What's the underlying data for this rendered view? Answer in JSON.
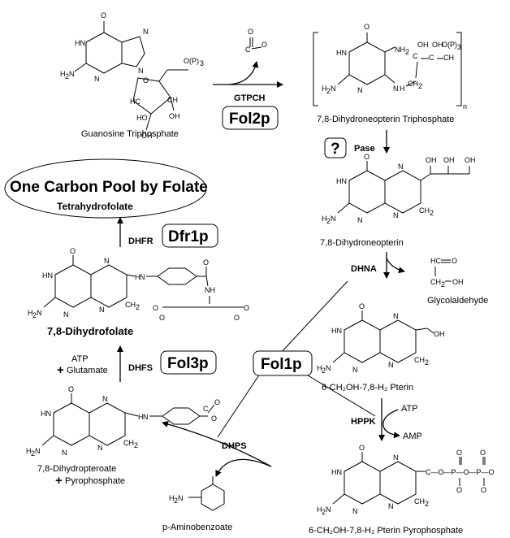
{
  "pool": {
    "title": "One Carbon Pool by Folate",
    "subtitle": "Tetrahydrofolate"
  },
  "compounds": {
    "gtp": "Guanosine Triphosphate",
    "dhnp_tp": "7,8-Dihydroneopterin Triphosphate",
    "dhnp": "7,8-Dihydroneopterin",
    "glycolaldehyde": "Glycolaldehyde",
    "hmp": "6-CH₂OH-7,8-H₂ Pterin",
    "hmp_pp": "6-CH₂OH-7,8-H₂ Pterin Pyrophosphate",
    "pab": "p-Aminobenzoate",
    "dhp": "7,8-Dihydropteroate",
    "pyrophosphate": "Pyrophosphate",
    "dhf": "7,8-Dihydrofolate",
    "atp": "ATP",
    "glutamate": "Glutamate",
    "amp": "AMP",
    "plus": "+"
  },
  "enzymes": {
    "gtpch": "GTPCH",
    "pase": "Pase",
    "dhna": "DHNA",
    "hppk": "HPPK",
    "dhps": "DHPS",
    "dhfs": "DHFS",
    "dhfr": "DHFR"
  },
  "proteins": {
    "fol2p": "Fol2p",
    "fol1p": "Fol1p",
    "fol3p": "Fol3p",
    "dfr1p": "Dfr1p",
    "unknown": "?"
  }
}
